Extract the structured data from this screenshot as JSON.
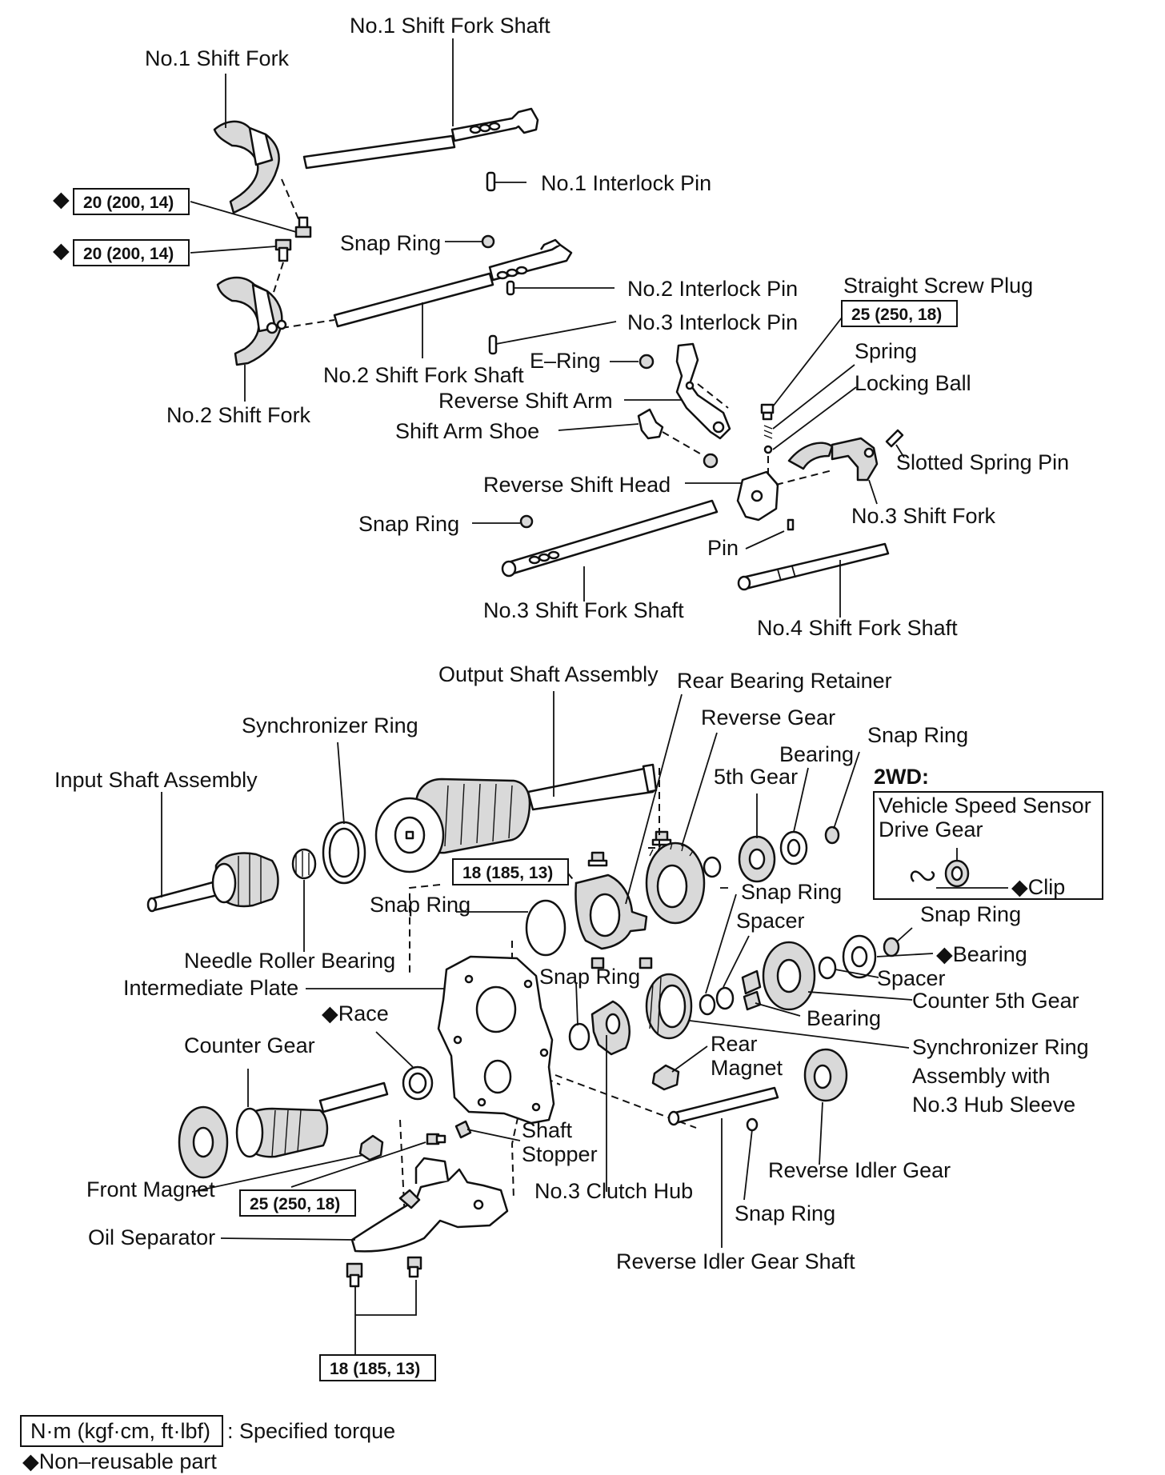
{
  "labels": {
    "no1_shift_fork_shaft": "No.1 Shift Fork Shaft",
    "no1_shift_fork": "No.1 Shift Fork",
    "no1_interlock_pin": "No.1 Interlock Pin",
    "snap_ring": "Snap Ring",
    "no2_interlock_pin": "No.2 Interlock Pin",
    "straight_screw_plug": "Straight Screw Plug",
    "no3_interlock_pin": "No.3 Interlock Pin",
    "spring": "Spring",
    "e_ring": "E–Ring",
    "no2_shift_fork_shaft": "No.2 Shift Fork Shaft",
    "locking_ball": "Locking Ball",
    "reverse_shift_arm": "Reverse Shift Arm",
    "no2_shift_fork": "No.2 Shift Fork",
    "shift_arm_shoe": "Shift Arm Shoe",
    "slotted_spring_pin": "Slotted Spring Pin",
    "reverse_shift_head": "Reverse Shift Head",
    "no3_shift_fork": "No.3 Shift Fork",
    "pin": "Pin",
    "no3_shift_fork_shaft": "No.3 Shift Fork Shaft",
    "no4_shift_fork_shaft": "No.4 Shift Fork Shaft",
    "output_shaft_assembly": "Output Shaft Assembly",
    "rear_bearing_retainer": "Rear Bearing Retainer",
    "reverse_gear": "Reverse Gear",
    "synchronizer_ring": "Synchronizer Ring",
    "bearing": "Bearing",
    "fifth_gear": "5th Gear",
    "input_shaft_assembly": "Input Shaft Assembly",
    "two_wd": "2WD:",
    "vssdg_line1": "Vehicle Speed Sensor",
    "vssdg_line2": "Drive Gear",
    "clip": "◆Clip",
    "spacer": "Spacer",
    "bearing_nonreusable": "◆Bearing",
    "needle_roller_bearing": "Needle Roller Bearing",
    "intermediate_plate": "Intermediate Plate",
    "race": "◆Race",
    "counter_fifth_gear": "Counter 5th Gear",
    "counter_gear": "Counter Gear",
    "rear_magnet_line1": "Rear",
    "rear_magnet_line2": "Magnet",
    "sync_ring_assy_line1": "Synchronizer Ring",
    "sync_ring_assy_line2": "Assembly with",
    "sync_ring_assy_line3": "No.3 Hub Sleeve",
    "shaft_stopper_line1": "Shaft",
    "shaft_stopper_line2": "Stopper",
    "reverse_idler_gear": "Reverse Idler Gear",
    "front_magnet": "Front Magnet",
    "no3_clutch_hub": "No.3 Clutch Hub",
    "oil_separator": "Oil Separator",
    "reverse_idler_gear_shaft": "Reverse Idler Gear Shaft"
  },
  "torque": {
    "fork1_bolt": "20 (200, 14)",
    "fork2_bolt": "20 (200, 14)",
    "screw_plug": "25 (250, 18)",
    "retainer_bolt": "18 (185, 13)",
    "shaft_stopper_bolt": "25 (250, 18)",
    "oil_separator_bolt": "18 (185, 13)"
  },
  "markers": {
    "non_reusable_symbol": "◆"
  },
  "legend": {
    "torque_unit": "N·m (kgf·cm, ft·lbf)",
    "torque_text": ": Specified torque",
    "nonreusable_text": "◆Non–reusable part"
  }
}
